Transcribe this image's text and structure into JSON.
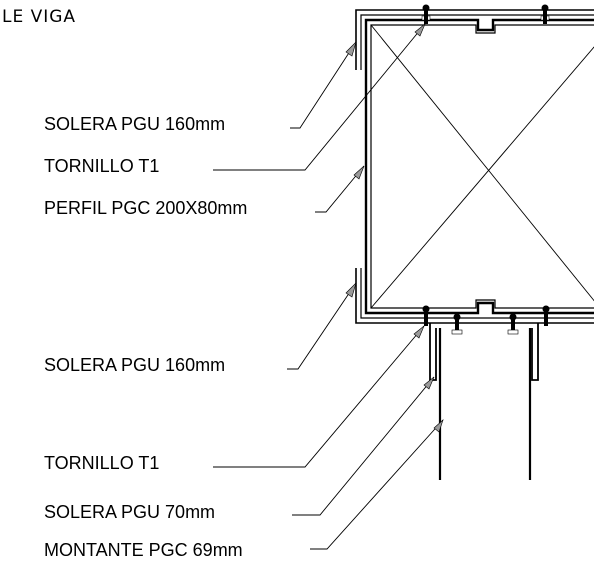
{
  "title": "LE VIGA",
  "labels": {
    "solera_top": "SOLERA PGU 160mm",
    "tornillo_top": "TORNILLO T1",
    "perfil": "PERFIL PGC 200X80mm",
    "solera_bottom": "SOLERA PGU 160mm",
    "tornillo_bottom": "TORNILLO T1",
    "solera_70": "SOLERA PGU 70mm",
    "montante": "MONTANTE PGC 69mm"
  },
  "colors": {
    "line": "#000000",
    "background": "#ffffff",
    "fastener": "#000000"
  }
}
